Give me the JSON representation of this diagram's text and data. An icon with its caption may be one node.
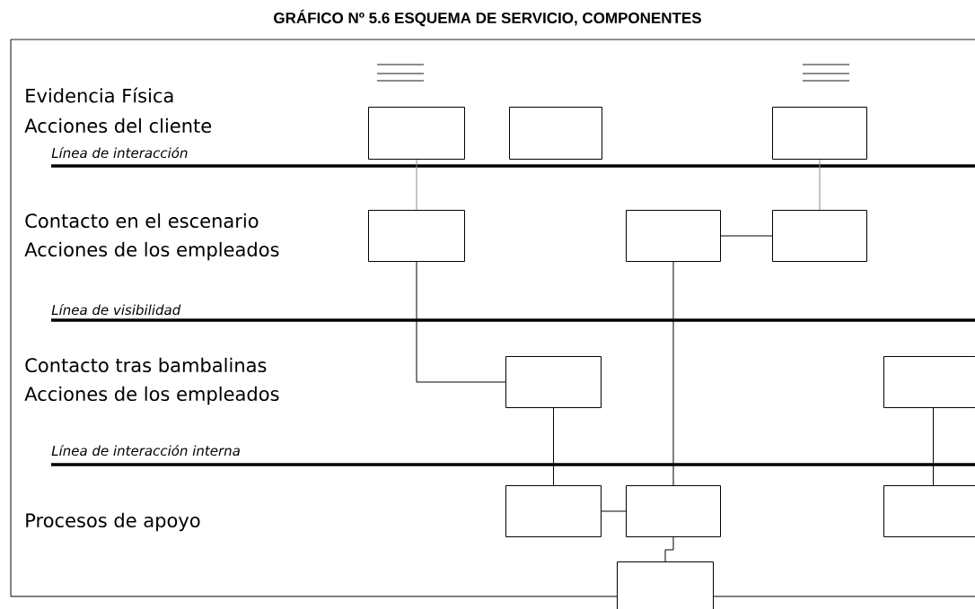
{
  "diagram": {
    "title": "GRÁFICO Nº 5.6 ESQUEMA DE SERVICIO, COMPONENTES",
    "nodes": [
      {
        "text": [],
        "shape": "box"
      },
      {
        "text": [],
        "shape": "box"
      },
      {
        "text": [],
        "shape": "box"
      },
      {
        "text": [],
        "shape": "box"
      },
      {
        "text": [],
        "shape": "box"
      },
      {
        "text": [],
        "shape": "box"
      },
      {
        "text": [],
        "shape": "box"
      },
      {
        "text": [],
        "shape": "box"
      },
      {
        "text": [],
        "shape": "box"
      },
      {
        "text": [],
        "shape": "box"
      },
      {
        "text": [],
        "shape": "box"
      },
      {
        "text": [],
        "shape": "box"
      }
    ],
    "edges": [
      {
        "from": 0,
        "to": 3,
        "arrow": "none",
        "color": "#8c8c8c"
      },
      {
        "from": 2,
        "to": 5,
        "arrow": "none",
        "color": "#8c8c8c"
      },
      {
        "from": 4,
        "to": 5,
        "arrow": "none"
      },
      {
        "from": 3,
        "to": 6,
        "arrow": "none"
      },
      {
        "from": 4,
        "to": 9,
        "arrow": "none"
      },
      {
        "from": 6,
        "to": 8,
        "arrow": "none"
      },
      {
        "from": 7,
        "to": 10,
        "arrow": "none"
      },
      {
        "from": 8,
        "to": 9,
        "arrow": "none"
      },
      {
        "from": 9,
        "to": 11,
        "arrow": "none"
      }
    ],
    "labels": [
      "Evidencia Física",
      "Acciones del cliente",
      "Línea de interacción",
      "Contacto en el escenario",
      "Acciones de los empleados",
      "Línea de visibilidad",
      "Contacto tras bambalinas",
      "Acciones de los empleados",
      "Línea de interacción interna",
      "Procesos de apoyo"
    ]
  }
}
